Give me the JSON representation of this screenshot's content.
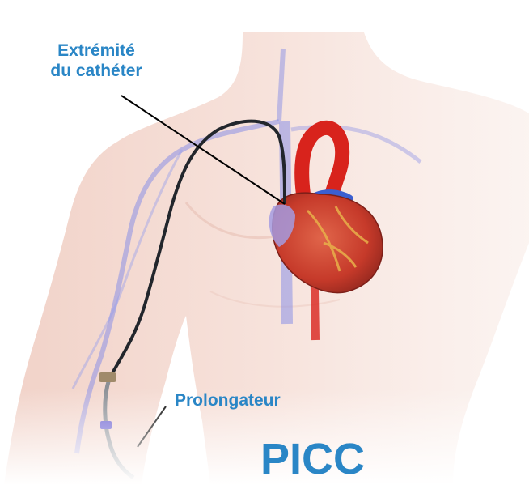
{
  "labels": {
    "catheter_tip_line1": "Extrémité",
    "catheter_tip_line2": "du cathéter",
    "extension": "Prolongateur",
    "title": "PICC"
  },
  "colors": {
    "label_blue": "#2a86c6",
    "skin": "#f6dfd8",
    "catheter": "#22262c",
    "vein": "#8a8fe6",
    "heart": "#c83a2c",
    "artery": "#d8231c"
  }
}
